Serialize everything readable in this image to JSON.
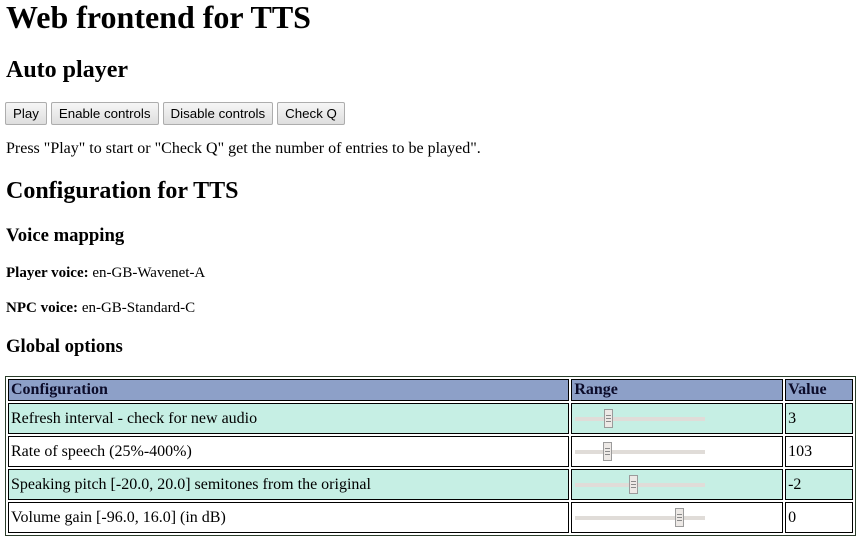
{
  "page": {
    "title": "Web frontend for TTS"
  },
  "auto_player": {
    "heading": "Auto player",
    "buttons": [
      {
        "label": "Play"
      },
      {
        "label": "Enable controls"
      },
      {
        "label": "Disable controls"
      },
      {
        "label": "Check Q"
      }
    ],
    "instructions": "Press \"Play\" to start or \"Check Q\" get the number of entries to be played\"."
  },
  "config": {
    "heading": "Configuration for TTS",
    "voice_mapping": {
      "heading": "Voice mapping",
      "player_label": "Player voice:",
      "player_value": " en-GB-Wavenet-A",
      "npc_label": "NPC voice:",
      "npc_value": " en-GB-Standard-C"
    },
    "global_options": {
      "heading": "Global options",
      "columns": [
        "Configuration",
        "Range",
        "Value"
      ],
      "rows": [
        {
          "label": "Refresh interval - check for new audio",
          "value": "3",
          "slider_pct": 24
        },
        {
          "label": "Rate of speech (25%-400%)",
          "value": "103",
          "slider_pct": 23
        },
        {
          "label": "Speaking pitch [-20.0, 20.0] semitones from the original",
          "value": "-2",
          "slider_pct": 45
        },
        {
          "label": "Volume gain [-96.0, 16.0] (in dB)",
          "value": "0",
          "slider_pct": 83
        }
      ]
    }
  },
  "colors": {
    "header_bg": "#8da0c8",
    "row_highlight_bg": "#c6efe4",
    "row_plain_bg": "#ffffff"
  }
}
